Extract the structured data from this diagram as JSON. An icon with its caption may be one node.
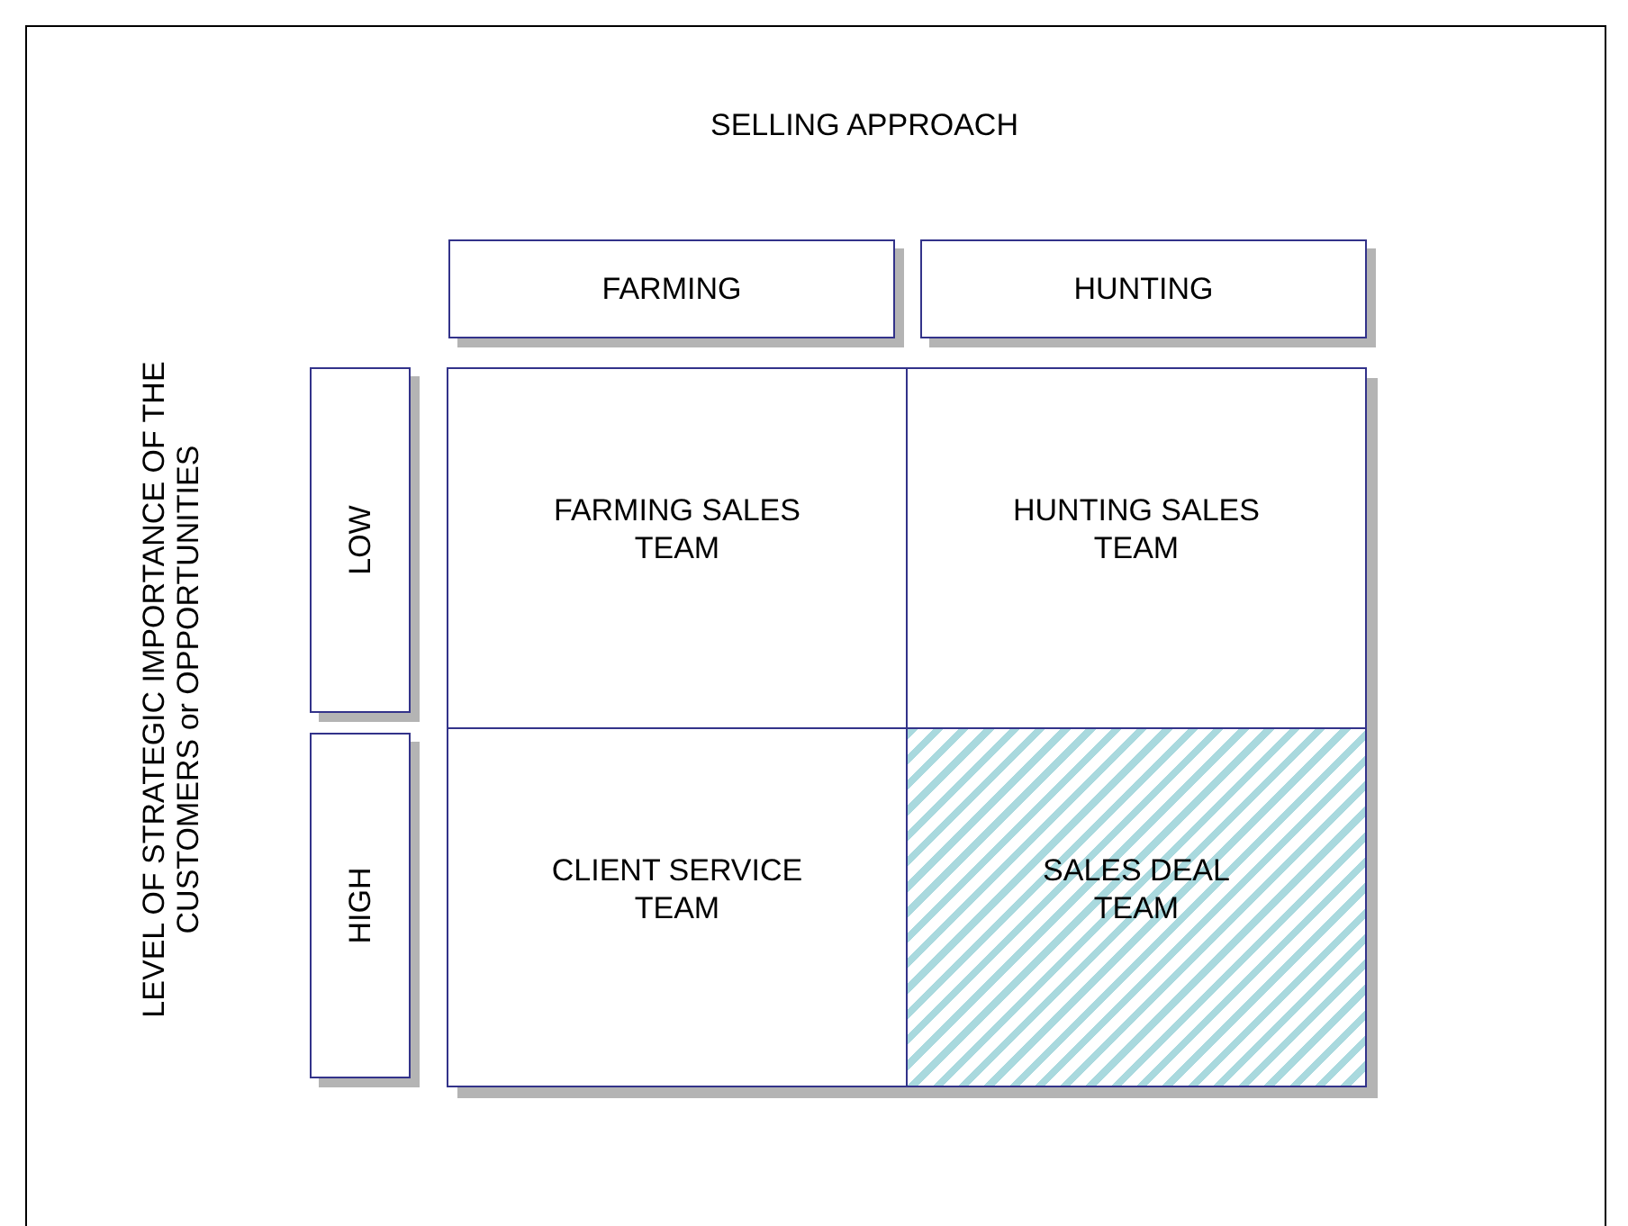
{
  "diagram": {
    "nodes": [
      {
        "text": [
          "FARMING"
        ]
      },
      {
        "text": [
          "HUNTING"
        ]
      },
      {
        "text": [
          "LOW"
        ]
      },
      {
        "text": [
          "FARMING SALES TEAM"
        ]
      },
      {
        "text": [
          "HUNTING SALES TEAM"
        ]
      },
      {
        "text": [
          "HIGH"
        ]
      },
      {
        "text": [
          "CLIENT SERVICE TEAM"
        ]
      },
      {
        "text": [
          "SALES DEAL TEAM"
        ]
      }
    ],
    "labels": [
      "SELLING APPROACH",
      "LEVEL OF STRATEGIC IMPORTANCE OF THE CUSTOMERS or OPPORTUNITIES"
    ]
  }
}
